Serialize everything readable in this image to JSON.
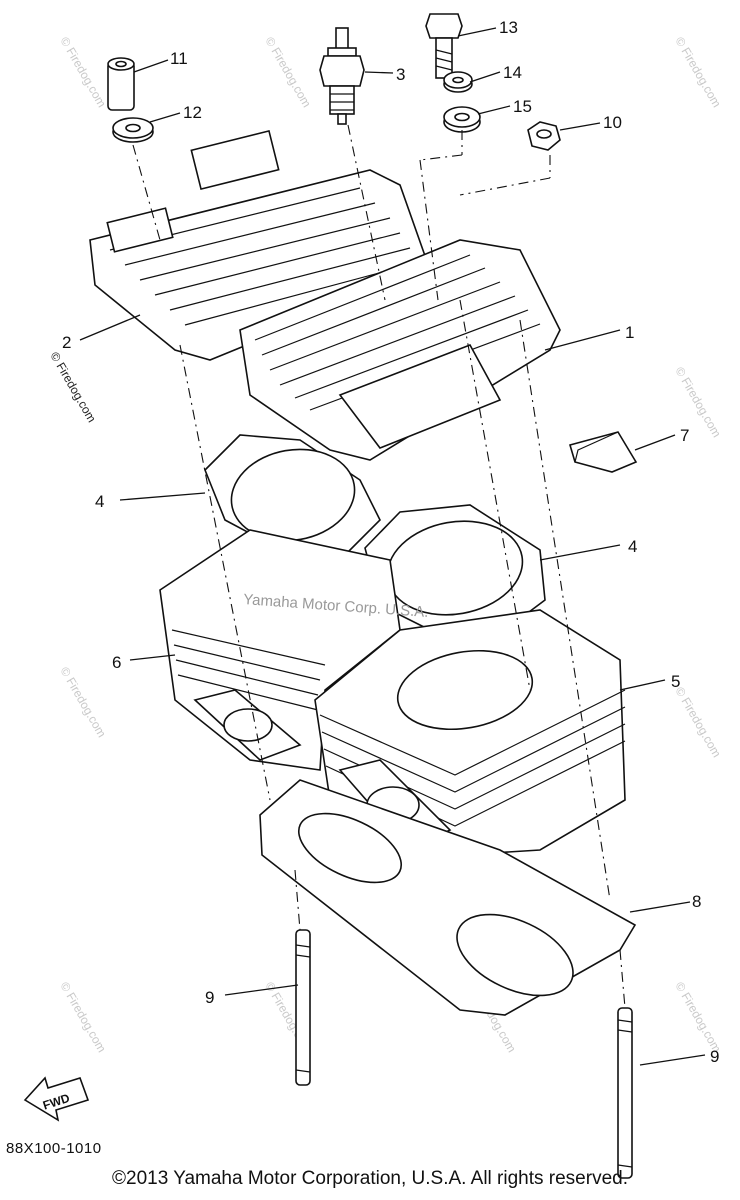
{
  "diagram": {
    "callouts": [
      {
        "id": "c1",
        "label": "1"
      },
      {
        "id": "c2",
        "label": "2"
      },
      {
        "id": "c3",
        "label": "3"
      },
      {
        "id": "c4a",
        "label": "4"
      },
      {
        "id": "c4b",
        "label": "4"
      },
      {
        "id": "c5",
        "label": "5"
      },
      {
        "id": "c6",
        "label": "6"
      },
      {
        "id": "c7",
        "label": "7"
      },
      {
        "id": "c8",
        "label": "8"
      },
      {
        "id": "c9a",
        "label": "9"
      },
      {
        "id": "c9b",
        "label": "9"
      },
      {
        "id": "c10",
        "label": "10"
      },
      {
        "id": "c11",
        "label": "11"
      },
      {
        "id": "c12",
        "label": "12"
      },
      {
        "id": "c13",
        "label": "13"
      },
      {
        "id": "c14",
        "label": "14"
      },
      {
        "id": "c15",
        "label": "15"
      }
    ],
    "fwd_label": "FWD",
    "embossed_text": "Yamaha Motor Corp. U.S.A.",
    "watermark": "© Firedog.com",
    "part_code": "88X100-1010"
  },
  "footer": {
    "copyright": "©2013 Yamaha Motor Corporation, U.S.A. All rights reserved."
  }
}
